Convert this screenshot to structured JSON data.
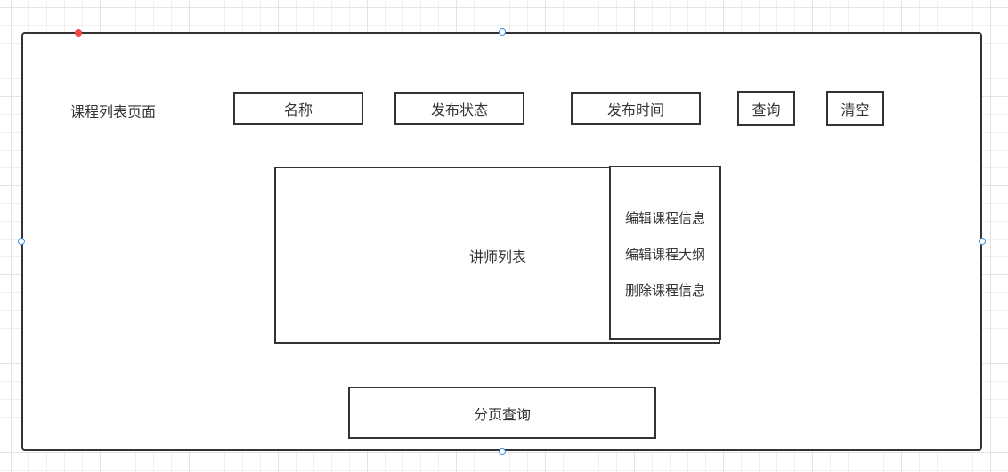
{
  "page": {
    "title": "课程列表页面"
  },
  "filters": {
    "name": "名称",
    "status": "发布状态",
    "time": "发布时间"
  },
  "buttons": {
    "search": "查询",
    "clear": "清空"
  },
  "table": {
    "label": "讲师列表",
    "actions": [
      "编辑课程信息",
      "编辑课程大纲",
      "删除课程信息"
    ]
  },
  "pagination": {
    "label": "分页查询"
  }
}
